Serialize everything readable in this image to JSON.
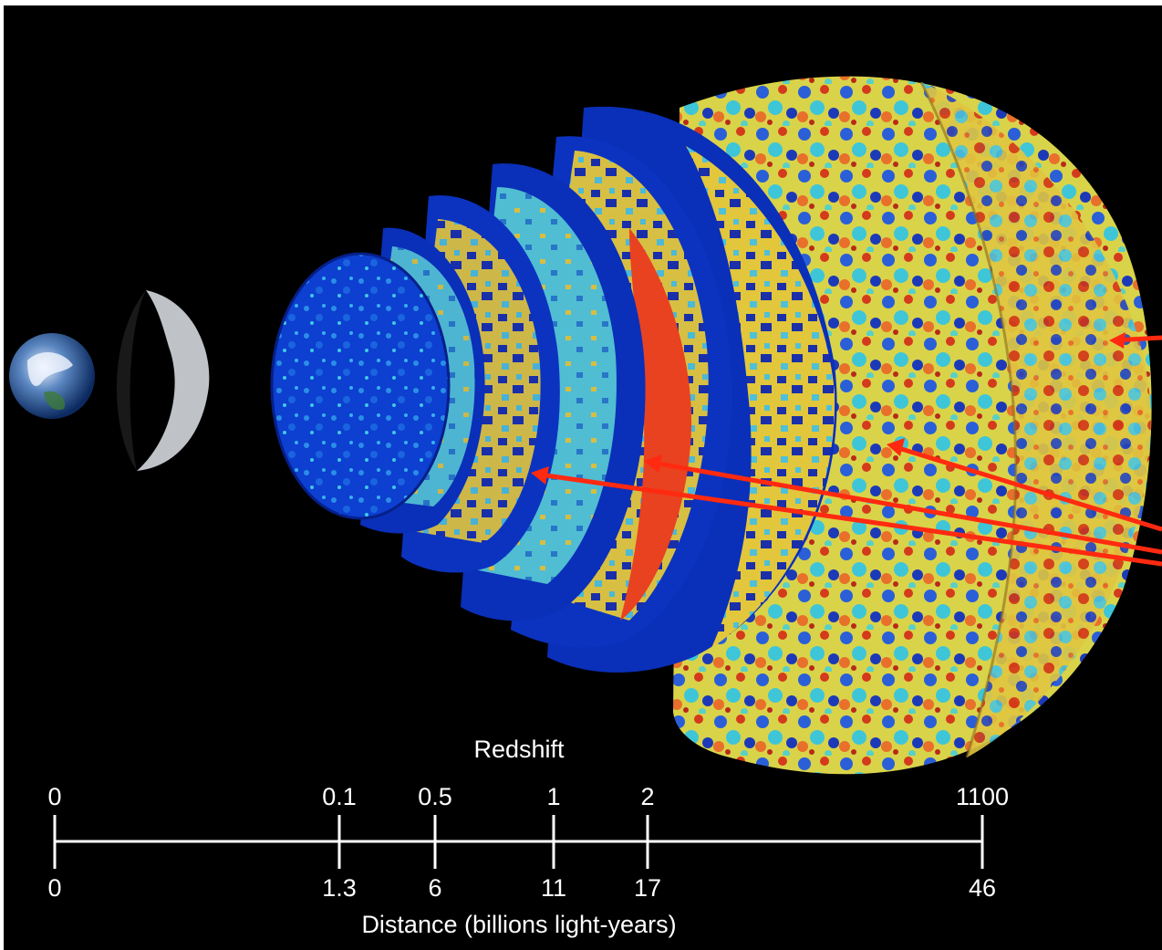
{
  "scale": {
    "top_title": "Redshift",
    "bottom_title": "Distance (billions light-years)",
    "ticks": [
      {
        "redshift": "0",
        "distance": "0"
      },
      {
        "redshift": "0.1",
        "distance": "1.3"
      },
      {
        "redshift": "0.5",
        "distance": "6"
      },
      {
        "redshift": "1",
        "distance": "11"
      },
      {
        "redshift": "2",
        "distance": "17"
      },
      {
        "redshift": "1100",
        "distance": "46"
      }
    ]
  },
  "colors": {
    "background": "#000000",
    "axis": "#ffffff",
    "arrow": "#ff2a10",
    "shell_blue": "#0a2fb8",
    "cmb_warm": "#e8c23a",
    "cmb_cool": "#38c8e0"
  },
  "icons": [
    "earth-icon",
    "moon-crescent-icon"
  ]
}
